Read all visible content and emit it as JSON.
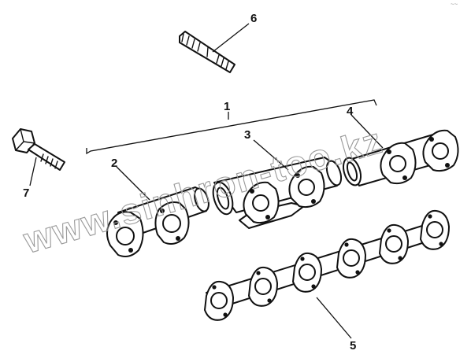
{
  "callouts": {
    "c1": "1",
    "c2": "2",
    "c3": "3",
    "c4": "4",
    "c5": "5",
    "c6": "6",
    "c7": "7"
  },
  "watermark": "www.sinhron-too.kz",
  "corner_mark": "~~",
  "colors": {
    "line": "#111111",
    "watermark": "#9a9a9a",
    "background": "#ffffff"
  }
}
